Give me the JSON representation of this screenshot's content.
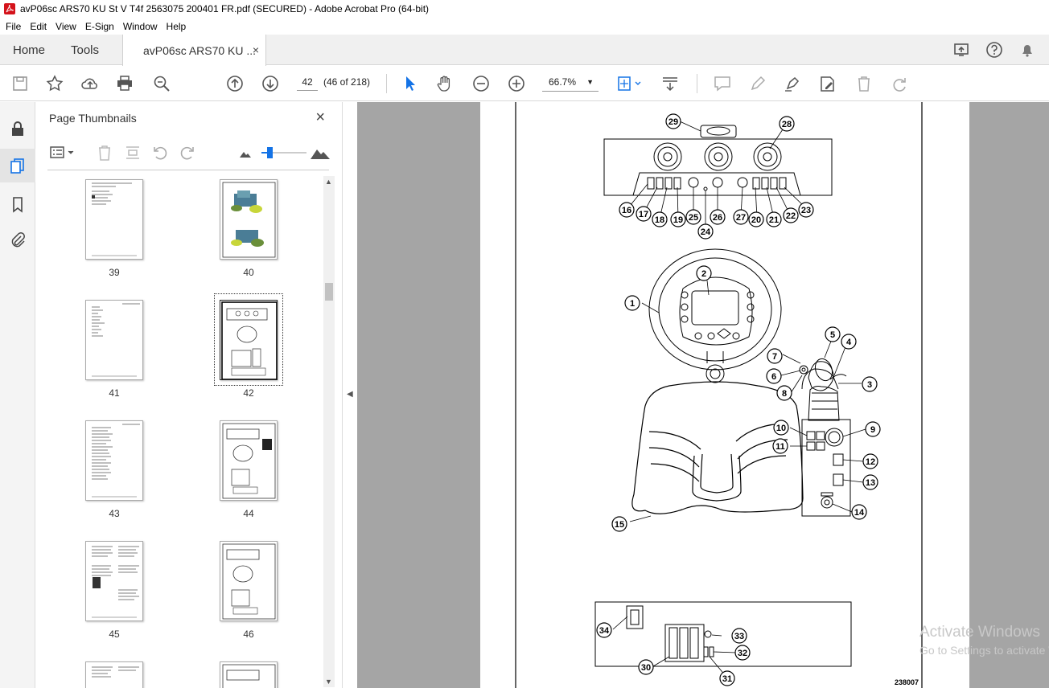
{
  "window": {
    "title": "avP06sc ARS70 KU St V T4f 2563075 200401 FR.pdf (SECURED) - Adobe Acrobat Pro (64-bit)"
  },
  "menu": [
    "File",
    "Edit",
    "View",
    "E-Sign",
    "Window",
    "Help"
  ],
  "tabs": {
    "home": "Home",
    "tools": "Tools",
    "document": "avP06sc ARS70 KU ...",
    "close": "×"
  },
  "toolbar": {
    "page_number": "42",
    "page_count": "(46 of 218)",
    "zoom": "66.7%"
  },
  "thumbnails": {
    "panel_title": "Page Thumbnails",
    "close": "×",
    "pages": [
      {
        "label": "39"
      },
      {
        "label": "40"
      },
      {
        "label": "41"
      },
      {
        "label": "42",
        "selected": true
      },
      {
        "label": "43"
      },
      {
        "label": "44"
      },
      {
        "label": "45"
      },
      {
        "label": "46"
      }
    ]
  },
  "document": {
    "callouts": [
      "1",
      "2",
      "3",
      "4",
      "5",
      "6",
      "7",
      "8",
      "9",
      "10",
      "11",
      "12",
      "13",
      "14",
      "15",
      "16",
      "17",
      "18",
      "19",
      "20",
      "21",
      "22",
      "23",
      "24",
      "25",
      "26",
      "27",
      "28",
      "29",
      "30",
      "31",
      "32",
      "33",
      "34"
    ],
    "figure_code": "238007"
  },
  "watermark": {
    "line1": "Activate Windows",
    "line2": "Go to Settings to activate Windows."
  },
  "colors": {
    "accent_blue": "#1473e6",
    "pdf_red": "#d4131b",
    "doc_bg": "#a5a5a5"
  }
}
